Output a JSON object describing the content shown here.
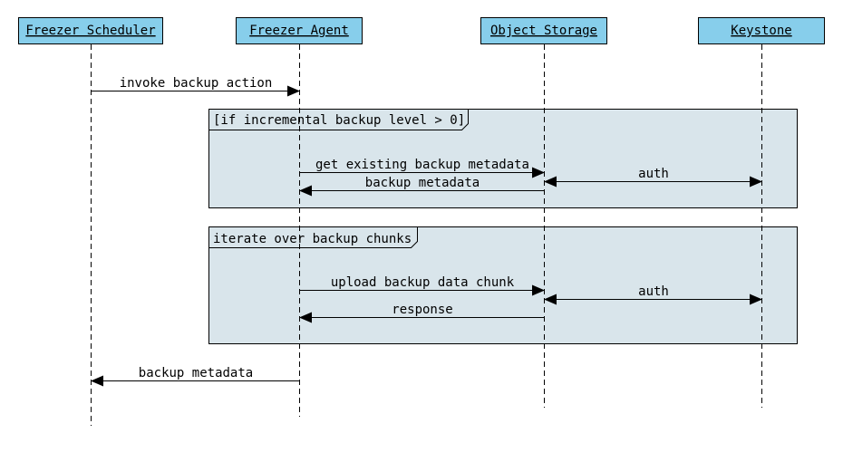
{
  "colors": {
    "participant_fill": "#87CEEB",
    "frame_fill": "#D9E5EB",
    "line": "#000000",
    "background": "#FFFFFF"
  },
  "participants": [
    {
      "id": "scheduler",
      "label": "Freezer Scheduler"
    },
    {
      "id": "agent",
      "label": "Freezer Agent"
    },
    {
      "id": "storage",
      "label": "Object Storage"
    },
    {
      "id": "keystone",
      "label": "Keystone"
    }
  ],
  "frames": [
    {
      "label": "[if incremental backup level > 0]"
    },
    {
      "label": "iterate over backup chunks"
    }
  ],
  "messages": [
    {
      "from": "scheduler",
      "to": "agent",
      "label": "invoke backup action"
    },
    {
      "from": "agent",
      "to": "storage",
      "label": "get existing backup metadata"
    },
    {
      "from": "storage",
      "to": "keystone",
      "label": "auth",
      "bidirectional": true
    },
    {
      "from": "storage",
      "to": "agent",
      "label": "backup metadata"
    },
    {
      "from": "agent",
      "to": "storage",
      "label": "upload backup data chunk"
    },
    {
      "from": "storage",
      "to": "keystone",
      "label": "auth",
      "bidirectional": true
    },
    {
      "from": "storage",
      "to": "agent",
      "label": "response"
    },
    {
      "from": "agent",
      "to": "scheduler",
      "label": "backup metadata"
    }
  ]
}
